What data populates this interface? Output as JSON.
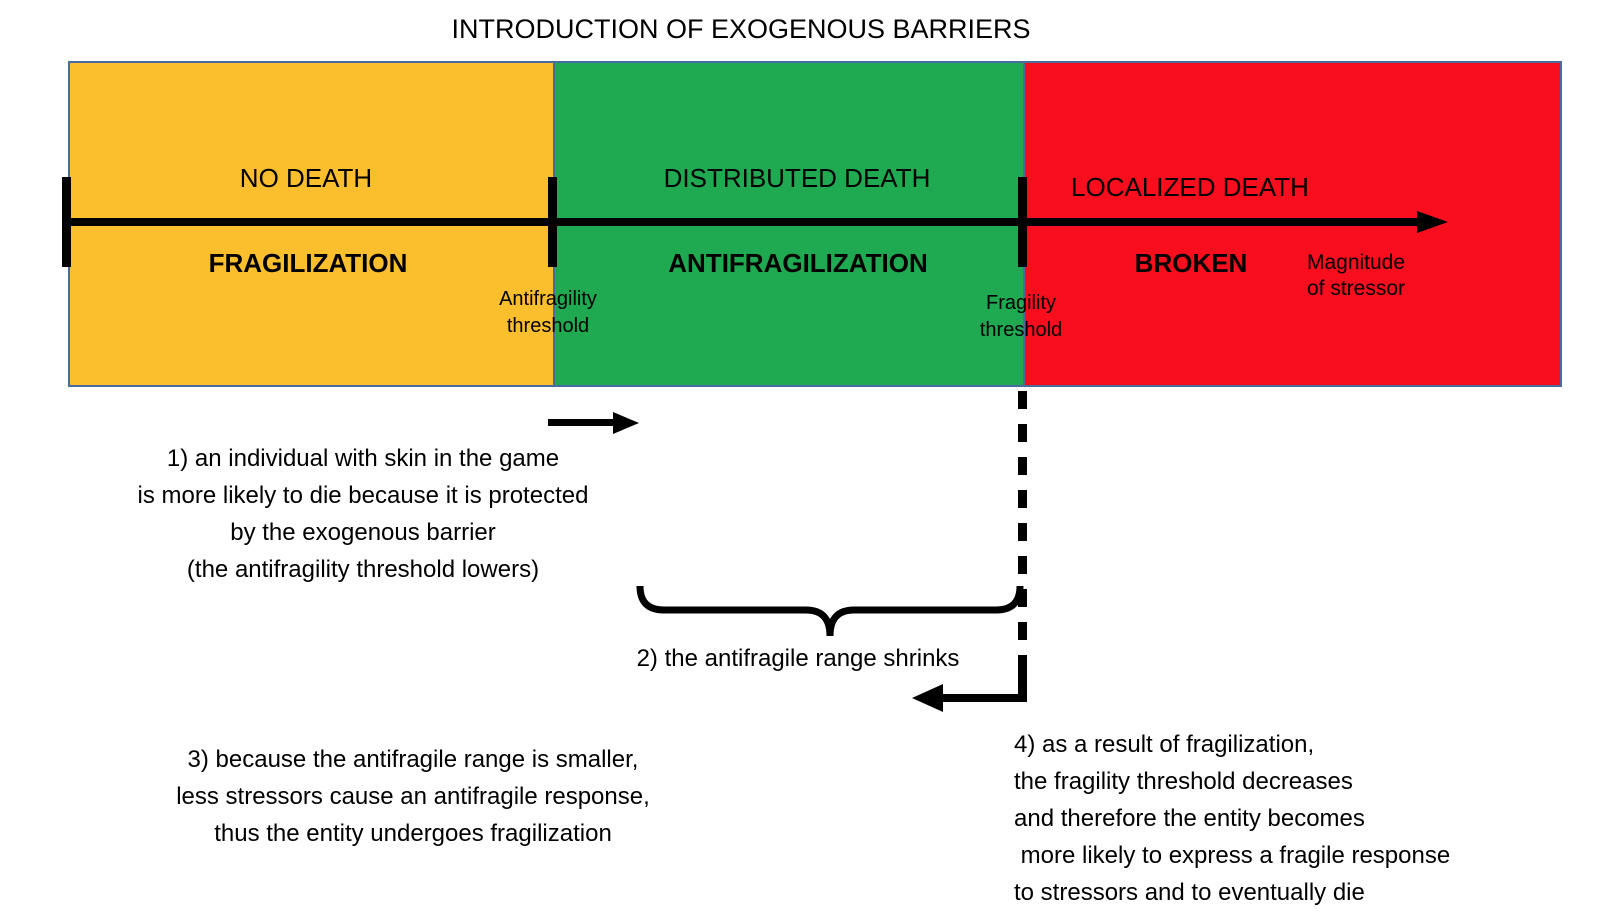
{
  "title": "INTRODUCTION OF EXOGENOUS BARRIERS",
  "zones": [
    {
      "death": "NO DEATH",
      "state": "FRAGILIZATION",
      "color": "#FBBE2D"
    },
    {
      "death": "DISTRIBUTED DEATH",
      "state": "ANTIFRAGILIZATION",
      "color": "#1FA951"
    },
    {
      "death": "LOCALIZED DEATH",
      "state": "BROKEN",
      "color": "#F90E1D"
    }
  ],
  "axis": {
    "magnitude_line1": "Magnitude",
    "magnitude_line2": "of stressor"
  },
  "thresholds": {
    "antifragility": {
      "line1": "Antifragility",
      "line2": "threshold"
    },
    "fragility": {
      "line1": "Fragility",
      "line2": "threshold"
    }
  },
  "annotations": {
    "note1": {
      "lines": [
        "1) an individual with skin in the game",
        "is more likely to die because it is protected",
        "by the exogenous barrier",
        "(the antifragility threshold lowers)"
      ]
    },
    "note2": "2) the antifragile range shrinks",
    "note3": {
      "lines": [
        "3) because the antifragile range is smaller,",
        "less stressors cause an antifragile response,",
        "thus the entity undergoes fragilization"
      ]
    },
    "note4": {
      "lines": [
        "4) as a result of fragilization,",
        "the fragility threshold decreases",
        "and therefore the entity becomes",
        " more likely to express a fragile response",
        "to stressors and to eventually die"
      ]
    }
  },
  "colors": {
    "zone_border": "#4A6B9D",
    "ink": "#000000",
    "background": "#FFFFFF"
  }
}
